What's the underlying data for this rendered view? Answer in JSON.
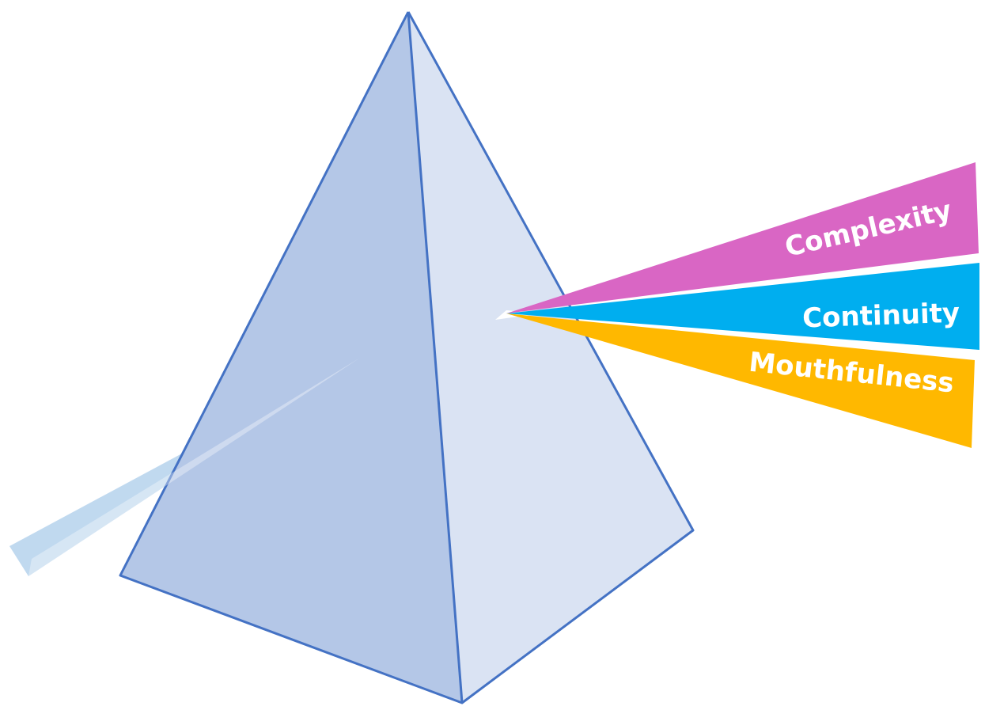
{
  "diagram": {
    "beams": [
      {
        "label": "Complexity",
        "color": "#d966c4"
      },
      {
        "label": "Continuity",
        "color": "#00aeef"
      },
      {
        "label": "Mouthfulness",
        "color": "#ffb800"
      }
    ],
    "colors": {
      "incoming_beam": "#bdd7ee",
      "prism_left_face": "#b4c7e7",
      "prism_right_face": "#dae3f3",
      "prism_edge": "#4472c4"
    }
  }
}
